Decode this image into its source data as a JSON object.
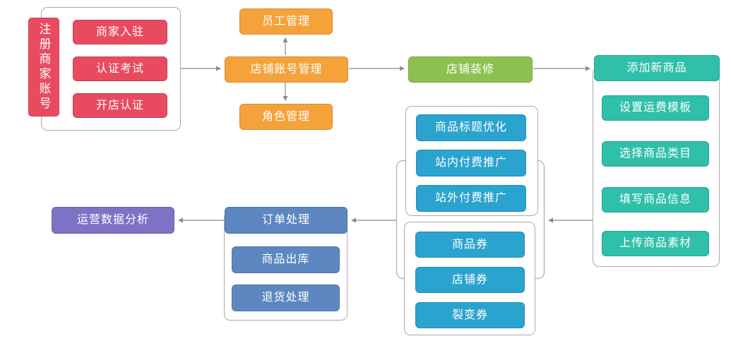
{
  "colors": {
    "red": "#E84B5F",
    "orange": "#F6A23B",
    "green": "#8CC152",
    "teal": "#30BFA8",
    "blue": "#2BA3CF",
    "steel": "#5C87C0",
    "purple": "#7C73C6",
    "border": "#ABABAB",
    "arrow": "#8A8A8A",
    "text": "#FFFFFF"
  },
  "groups": {
    "register": {
      "label": "注册商家账号",
      "items": [
        "商家入驻",
        "认证考试",
        "开店认证"
      ]
    },
    "shop_account": {
      "above": "员工管理",
      "header": "店铺账号管理",
      "below": "角色管理"
    },
    "decoration": {
      "label": "店铺装修"
    },
    "new_product": {
      "header": "添加新商品",
      "steps": [
        "设置运费模板",
        "选择商品类目",
        "填写商品信息",
        "上传商品素材"
      ]
    },
    "promotion": {
      "items": [
        "商品标题优化",
        "站内付费推广",
        "站外付费推广"
      ]
    },
    "coupons": {
      "items": [
        "商品券",
        "店铺券",
        "裂变券"
      ]
    },
    "orders": {
      "header": "订单处理",
      "items": [
        "商品出库",
        "退货处理"
      ]
    },
    "analysis": {
      "label": "运营数据分析"
    }
  }
}
